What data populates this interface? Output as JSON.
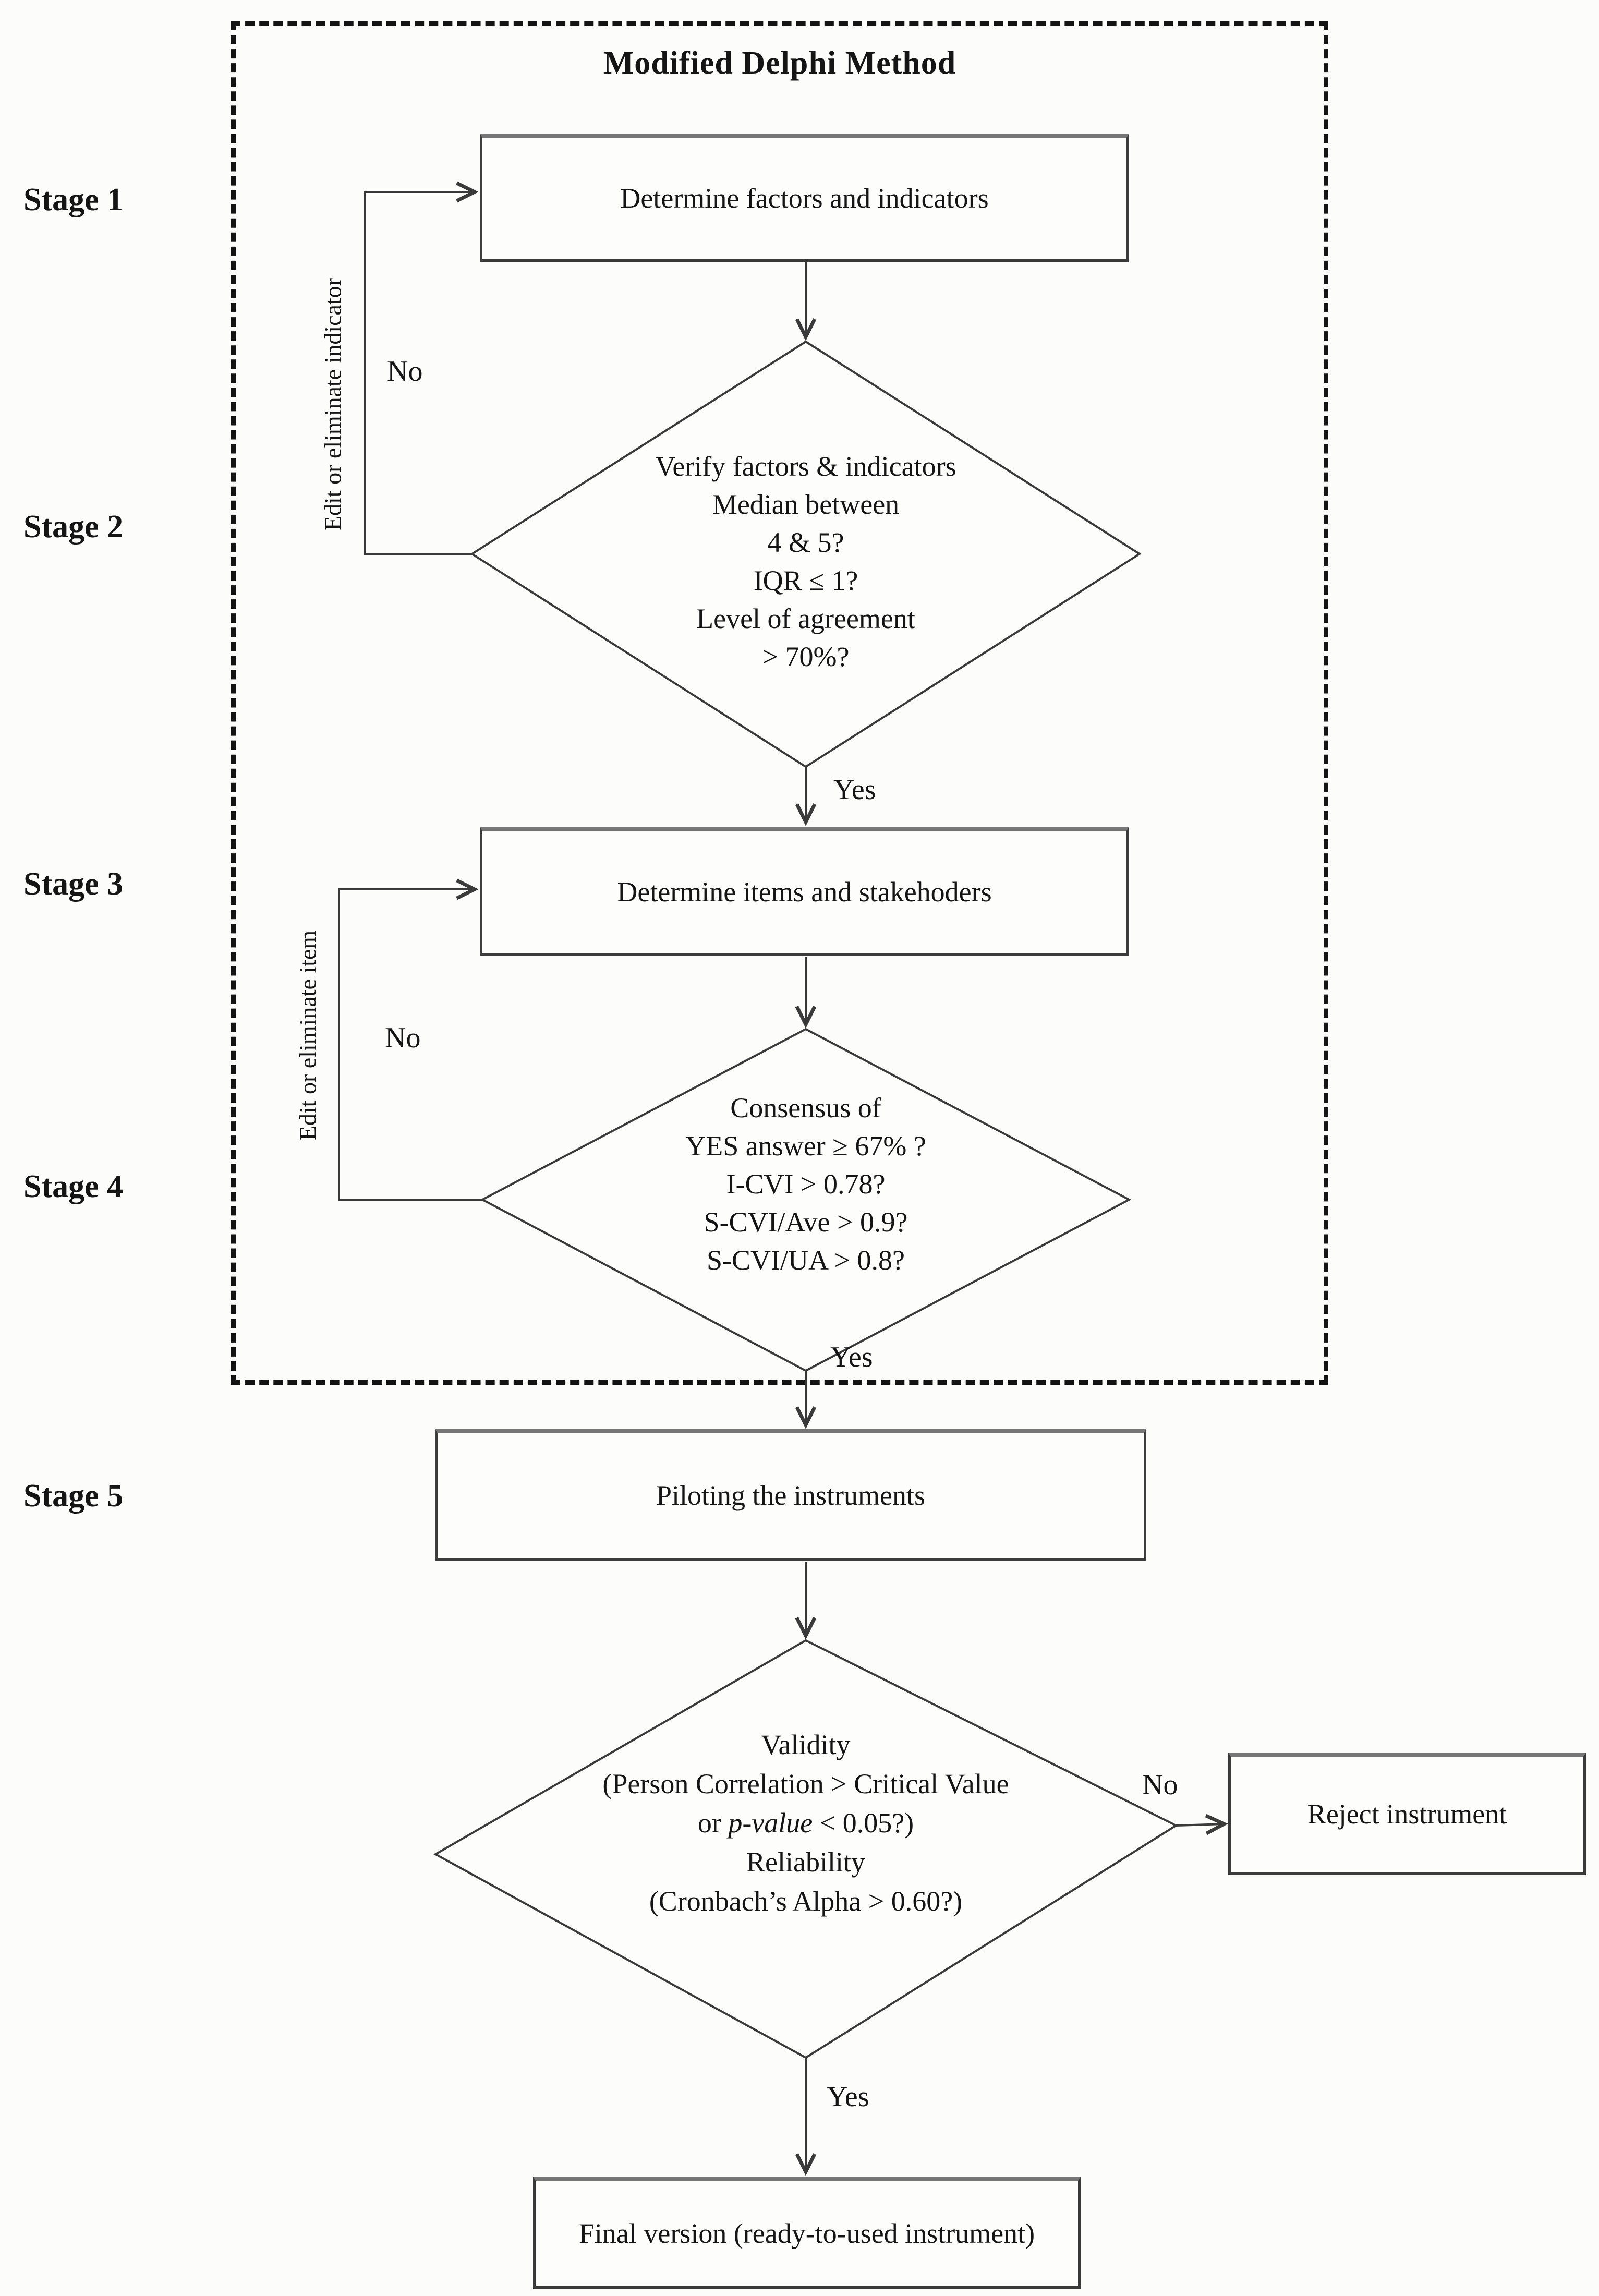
{
  "title": "Modified Delphi Method",
  "stages": [
    {
      "label": "Stage 1"
    },
    {
      "label": "Stage 2"
    },
    {
      "label": "Stage 3"
    },
    {
      "label": "Stage 4"
    },
    {
      "label": "Stage 5"
    }
  ],
  "nodes": {
    "box1": {
      "label": "Determine factors and indicators"
    },
    "diamond2": {
      "lines": [
        "Verify factors & indicators",
        "Median between",
        "4 & 5?",
        "IQR ≤ 1?",
        "Level of agreement",
        "> 70%?"
      ]
    },
    "box3": {
      "label": "Determine items and stakehoders"
    },
    "diamond4": {
      "lines": [
        "Consensus of",
        "YES answer ≥ 67% ?",
        "I-CVI > 0.78?",
        "S-CVI/Ave > 0.9?",
        "S-CVI/UA > 0.8?"
      ]
    },
    "box5": {
      "label": "Piloting the instruments"
    },
    "diamond5": {
      "line1": "Validity",
      "line2": "(Person Correlation > Critical Value",
      "line3_pre": "or ",
      "line3_italic": "p-value",
      "line3_post": " < 0.05?)",
      "line4": "Reliability",
      "line5": "(Cronbach’s Alpha > 0.60?)"
    },
    "reject": {
      "label": "Reject instrument"
    },
    "final": {
      "label": "Final version (ready-to-used instrument)"
    }
  },
  "edge_labels": {
    "yes_after_stage2": "Yes",
    "no_loop_stage2": "No",
    "yes_after_stage4": "Yes",
    "no_loop_stage4": "No",
    "yes_after_validity": "Yes",
    "no_to_reject": "No"
  },
  "loop_labels": {
    "loop1": "Edit or eliminate indicator",
    "loop2": "Edit or eliminate item"
  },
  "colors": {
    "line": "#3a3a3a",
    "text": "#151515",
    "background": "#fcfcfb",
    "dashed_border": "#141414"
  }
}
